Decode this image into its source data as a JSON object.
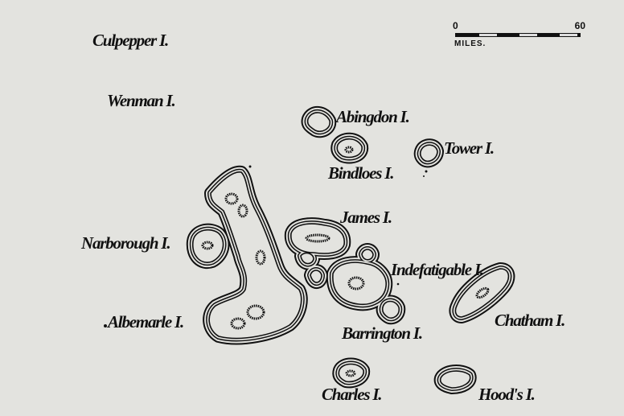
{
  "scale": {
    "start": "0",
    "end": "60",
    "unit": "MILES."
  },
  "labels": {
    "culpepper": "Culpepper I.",
    "wenman": "Wenman I.",
    "abingdon": "Abingdon I.",
    "bindloes": "Bindloes I.",
    "tower": "Tower I.",
    "james": "James I.",
    "narborough": "Narborough I.",
    "indefatigable": "Indefatigable I.",
    "albemarle": "Albemarle I.",
    "barrington": "Barrington I.",
    "chatham": "Chatham I.",
    "charles": "Charles I.",
    "hoods": "Hood's I."
  },
  "colors": {
    "paper": "#e3e3df",
    "ink": "#111111"
  }
}
